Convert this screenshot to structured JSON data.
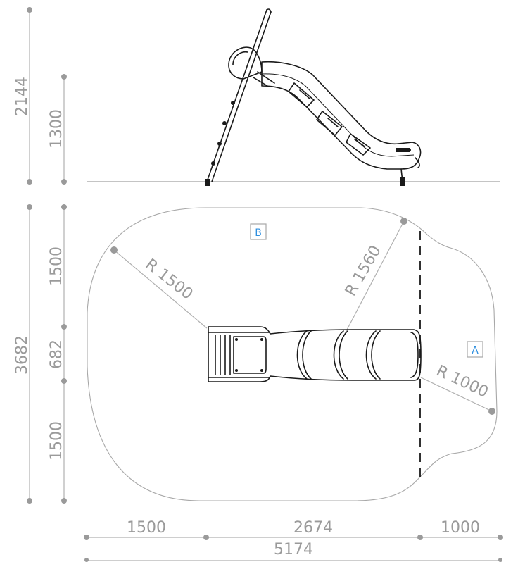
{
  "elevation": {
    "total_height": "2144",
    "platform_height": "1300"
  },
  "plan": {
    "total_depth": "3682",
    "depth_segments": [
      "1500",
      "682",
      "1500"
    ],
    "width_segments": [
      "1500",
      "2674",
      "1000"
    ],
    "total_width": "5174",
    "radius_labels": {
      "rear": "R 1500",
      "side": "R 1560",
      "exit": "R 1000"
    },
    "zones": {
      "a": "A",
      "b": "B"
    }
  },
  "colors": {
    "dimension_text": "#9a9a9a",
    "zone_accent": "#2f8fdf",
    "drawing_ink": "#1a1a1a"
  }
}
